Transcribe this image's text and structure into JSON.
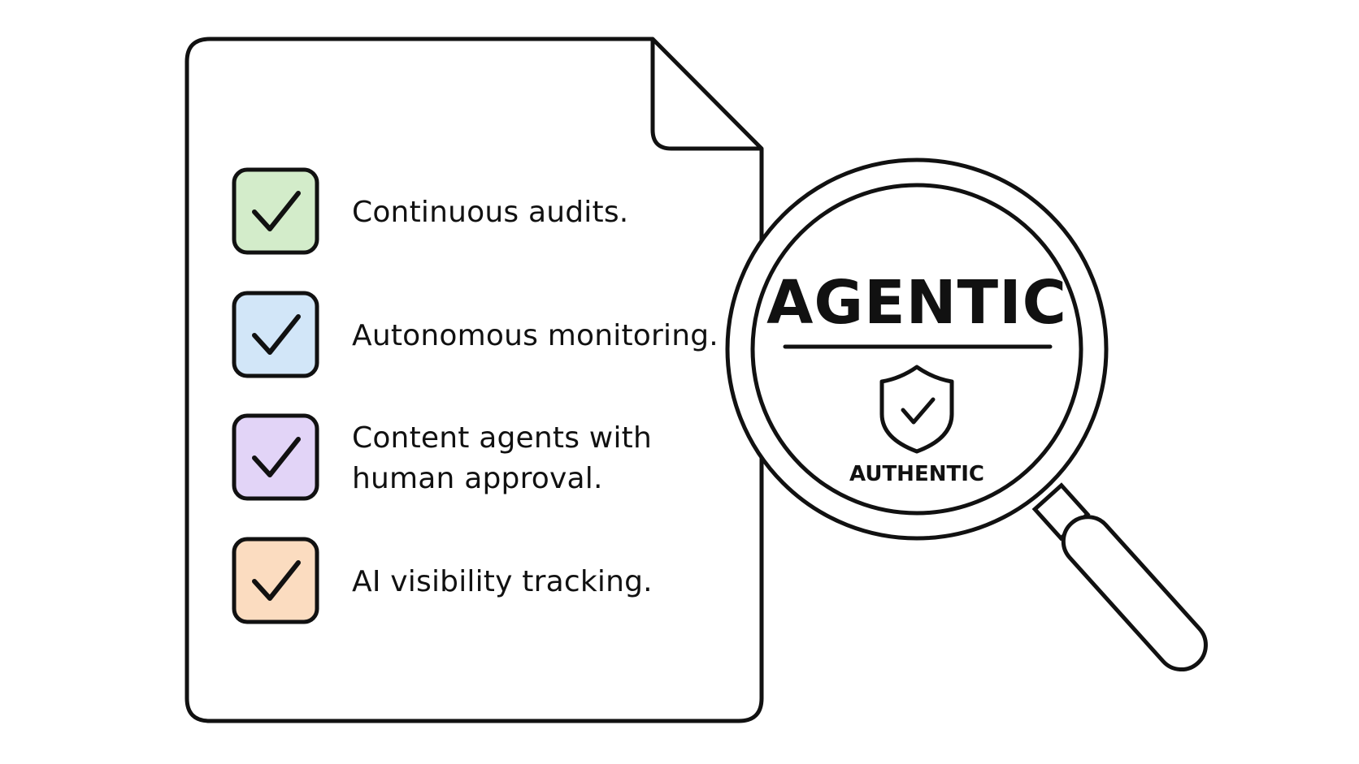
{
  "checklist": {
    "items": [
      {
        "lines": [
          "Continuous audits."
        ],
        "color": "#d3ecca",
        "checked": true
      },
      {
        "lines": [
          "Autonomous monitoring."
        ],
        "color": "#d2e6f8",
        "checked": true
      },
      {
        "lines": [
          "Content agents with",
          "human approval."
        ],
        "color": "#e2d4f7",
        "checked": true
      },
      {
        "lines": [
          "AI visibility tracking."
        ],
        "color": "#fbdcc0",
        "checked": true
      }
    ]
  },
  "magnifier": {
    "headline": "AGENTIC",
    "badge_icon": "shield-check-icon",
    "badge_label": "AUTHENTIC"
  },
  "colors": {
    "stroke": "#111111",
    "background": "#ffffff"
  }
}
